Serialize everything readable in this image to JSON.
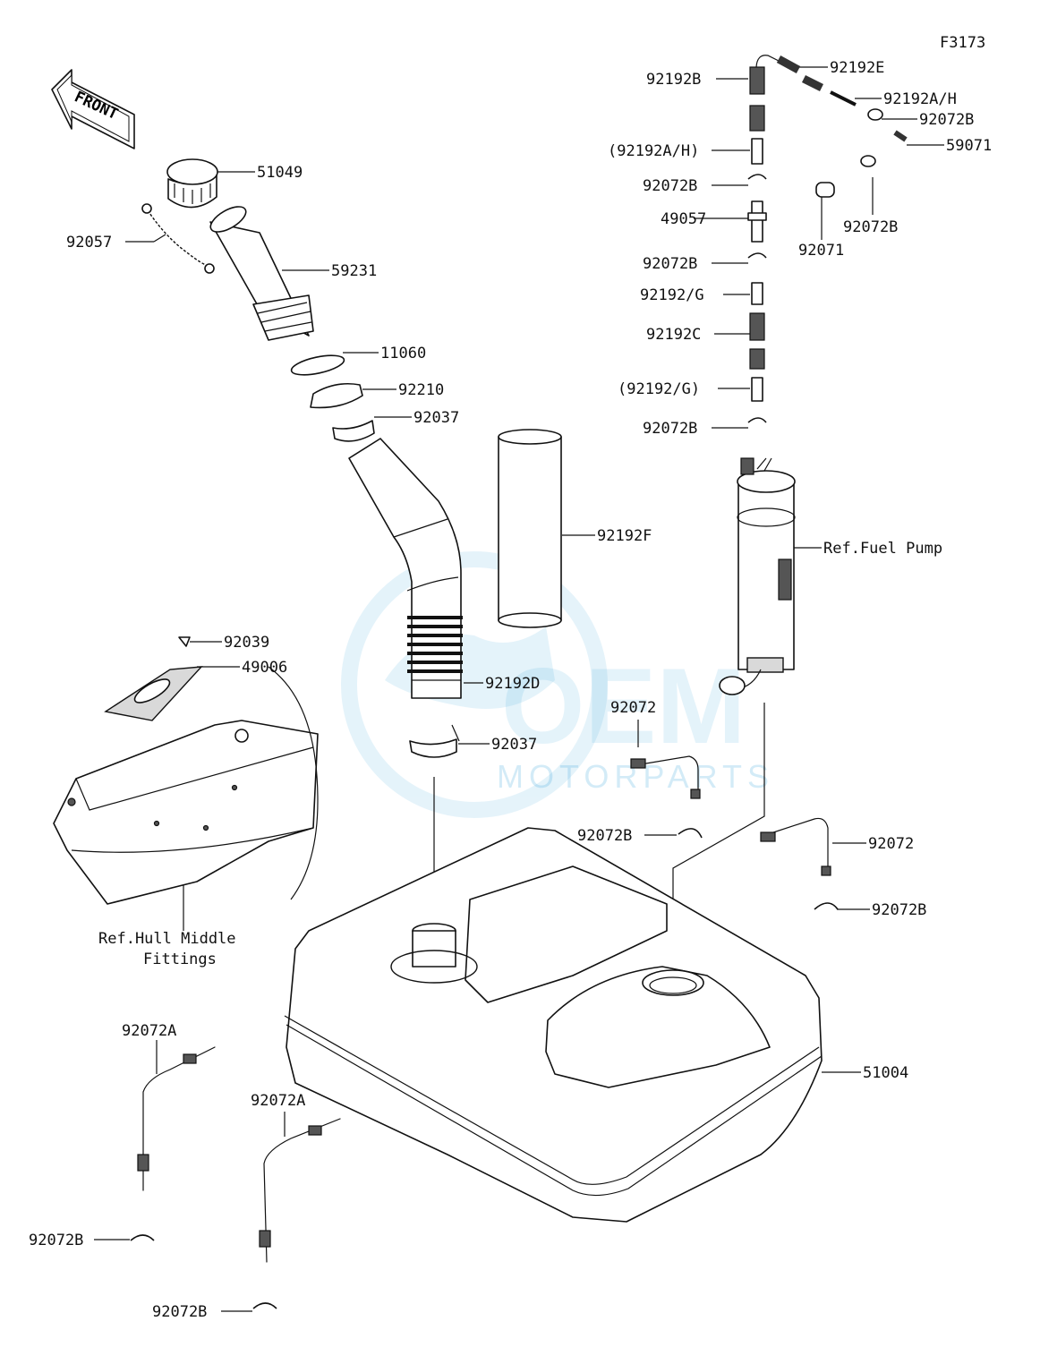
{
  "figure_code": "F3173",
  "front_arrow_label": "FRONT",
  "watermark": {
    "brand": "OEM",
    "subtitle": "MOTORPARTS",
    "color": "#2a9fd8"
  },
  "labels": {
    "p51049": "51049",
    "p92057": "92057",
    "p59231": "59231",
    "p11060": "11060",
    "p92210": "92210",
    "p92037_top": "92037",
    "p92192F": "92192F",
    "p92039": "92039",
    "p49006": "49006",
    "p92192D": "92192D",
    "p92037_bottom": "92037",
    "ref_hull_1": "Ref.Hull Middle",
    "ref_hull_2": "Fittings",
    "p92072A_1": "92072A",
    "p92072A_2": "92072A",
    "p92072B_left1": "92072B",
    "p92072B_left2": "92072B",
    "p51004": "51004",
    "p92192B": "92192B",
    "p92192E": "92192E",
    "p92192AH": "92192A/H",
    "p92072B_r1": "92072B",
    "p59071": "59071",
    "p92192AH_paren": "(92192A/H)",
    "p92072B_c1": "92072B",
    "p49057": "49057",
    "p92071": "92071",
    "p92072B_r2": "92072B",
    "p92072B_c2": "92072B",
    "p92192G": "92192/G",
    "p92192C": "92192C",
    "p92192G_paren": "(92192/G)",
    "p92072B_c3": "92072B",
    "ref_fuel_pump": "Ref.Fuel Pump",
    "p92072_1": "92072",
    "p92072B_c4": "92072B",
    "p92072_2": "92072",
    "p92072B_r3": "92072B"
  }
}
